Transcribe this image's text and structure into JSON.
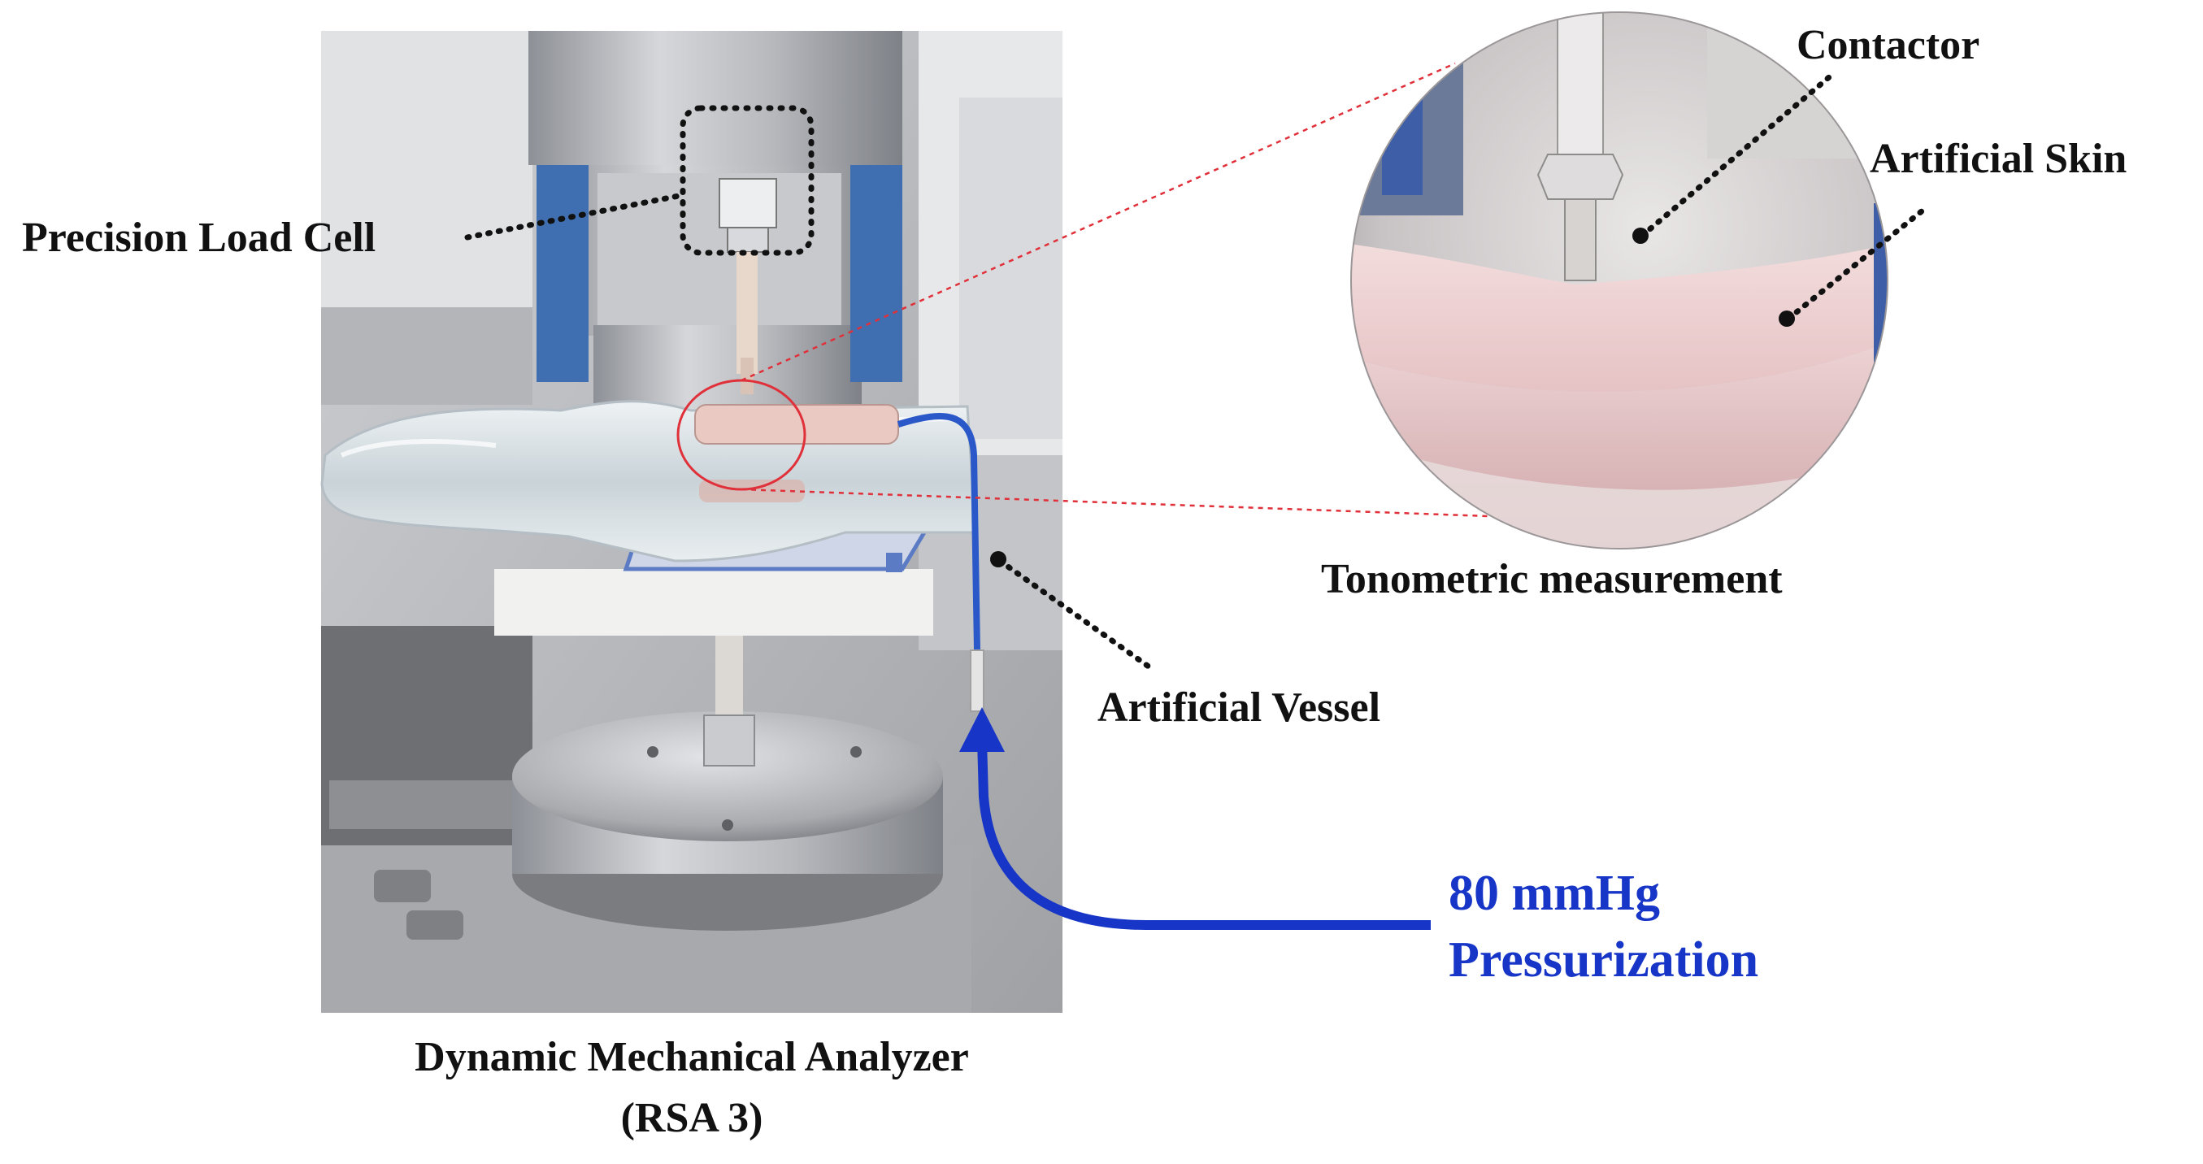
{
  "labels": {
    "precision_load_cell": "Precision Load Cell",
    "contactor": "Contactor",
    "artificial_skin": "Artificial Skin",
    "tonometric_measurement": "Tonometric measurement",
    "artificial_vessel": "Artificial Vessel",
    "pressure_value": "80 mmHg",
    "pressurization": "Pressurization",
    "analyzer_name": "Dynamic Mechanical Analyzer",
    "analyzer_model": "(RSA 3)"
  },
  "colors": {
    "leader_dotted": "#111111",
    "zoom_guide": "#e0303a",
    "pressure_arrow": "#1736c7",
    "tubing": "#2a58c8",
    "skin_pad": "#e9c9c2"
  }
}
